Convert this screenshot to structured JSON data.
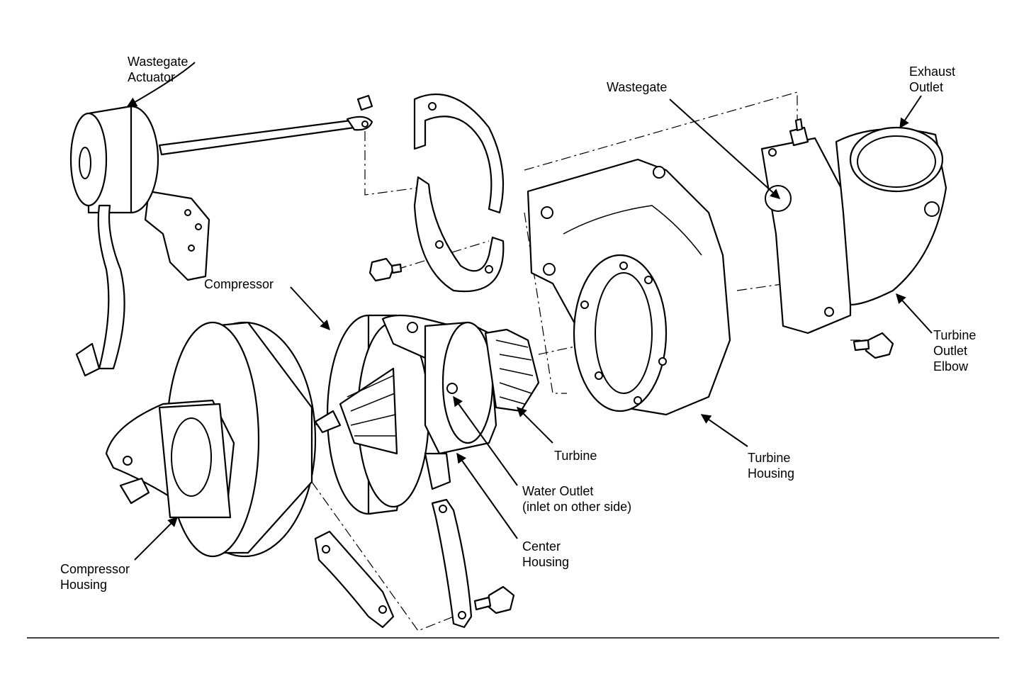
{
  "labels": {
    "wastegate_actuator": [
      "Wastegate",
      "Actuator"
    ],
    "compressor": "Compressor",
    "compressor_housing": [
      "Compressor",
      "Housing"
    ],
    "wastegate": "Wastegate",
    "exhaust_outlet": [
      "Exhaust",
      "Outlet"
    ],
    "turbine_outlet_elbow": [
      "Turbine",
      "Outlet",
      "Elbow"
    ],
    "turbine": "Turbine",
    "turbine_housing": [
      "Turbine",
      "Housing"
    ],
    "water_outlet": [
      "Water Outlet",
      "(inlet on other side)"
    ],
    "center_housing": [
      "Center",
      "Housing"
    ]
  },
  "colors": {
    "ink": "#000000",
    "paper": "#ffffff"
  }
}
